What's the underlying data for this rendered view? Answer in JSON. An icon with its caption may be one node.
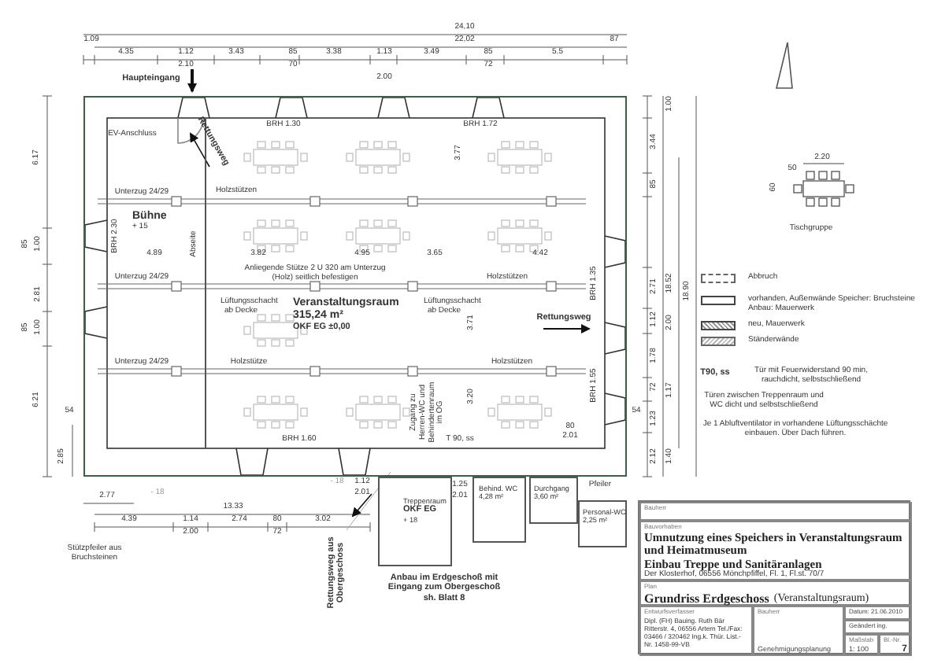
{
  "diagram": {
    "nodes": [
      {
        "text": [
          "Veranstaltungsraum 315,24 m²",
          "OKF EG ±0,00"
        ]
      },
      {
        "text": [
          "Bühne",
          "+ 15"
        ],
        "in": 0
      },
      {
        "text": [
          "Treppenraum",
          "OKF EG",
          "+ 18"
        ]
      },
      {
        "text": [
          "Behind. WC 4,28 m²"
        ]
      },
      {
        "text": [
          "Durchgang 3,60 m²"
        ]
      },
      {
        "text": [
          "Personal-WC 2,25 m²"
        ]
      },
      {
        "text": [],
        "shape": "box"
      },
      {
        "text": [
          "Bauherr"
        ],
        "in": 6
      },
      {
        "text": [
          "Bauvorhaben",
          "Umnutzung eines Speichers in Veranstaltungsraum und Heimatmuseum",
          "Einbau Treppe und Sanitäranlagen",
          "Der Klosterhof, 06556 Mönchpfiffel, Fl. 1, Fl.st. 70/7"
        ],
        "in": 6
      },
      {
        "text": [
          "Plan",
          "Grundriss Erdgeschoss",
          "(Veranstaltungsraum)"
        ],
        "in": 6
      },
      {
        "text": [
          "Entwurfsverfasser",
          "Dipl. (FH) Bauing. Ruth Bär Ritterstr. 4, 06556 Artern Tel./Fax: 03466 / 320462 Ing.k. Thür. List.-Nr. 1458-99-VB"
        ],
        "in": 6
      },
      {
        "text": [
          "Bauherr",
          "Genehmigungsplanung"
        ],
        "in": 6
      },
      {
        "text": [
          "Datum: 21.06.2010"
        ],
        "in": 6
      },
      {
        "text": [
          "Geändert ing."
        ],
        "in": 6
      },
      {
        "text": [
          "Maßstab",
          "1: 100"
        ],
        "in": 6
      },
      {
        "text": [
          "Bl.-Nr.",
          "7"
        ],
        "in": 6
      }
    ],
    "labels": [
      "24,10",
      "1.09",
      "22,02",
      "87",
      "4.35",
      "1.12",
      "2.10",
      "3.43",
      "85",
      "70",
      "3.38",
      "1.13",
      "3.49",
      "85",
      "72",
      "5.5",
      "Haupteingang",
      "2.00",
      "BRH 1.30",
      "BRH 1.72",
      "6.17",
      "EV-Anschluss",
      "Rettungsweg",
      "3.77",
      "Unterzug 24/29",
      "Holzstützen",
      "BRH 2.30",
      "Abseite",
      "4.89",
      "3.82",
      "4.95",
      "3.65",
      "4.42",
      "Anliegende Stütze 2 U 320 am Unterzug (Holz) seitlich befestigen",
      "85",
      "1.00",
      "2.81",
      "85",
      "1.00",
      "Unterzug 24/29",
      "Lüftungsschacht ab Decke",
      "Lüftungsschacht ab Decke",
      "Holzstützen",
      "3.71",
      "BRH 1.35",
      "Rettungsweg",
      "Unterzug 24/29",
      "Holzstütze",
      "Holzstützen",
      "6.21",
      "Zugang zu Herren-WC und Behindertenraum im OG",
      "3.20",
      "BRH 1.55",
      "80",
      "2.01",
      "BRH 1.60",
      "T 90, ss",
      "54",
      "2.85",
      "2.77",
      "- 18",
      "13.33",
      "4.39",
      "1.14",
      "2.00",
      "2.74",
      "80",
      "72",
      "3.02",
      "- 18",
      "1.12",
      "2.01",
      "1.25",
      "2.01",
      "Pfeiler",
      "Stützpfeiler aus Bruchsteinen",
      "Rettungsweg aus Obergeschoss",
      "Anbau im Erdgeschoß mit Eingang zum Obergeschoß sh. Blatt 8",
      "1.00",
      "3.44",
      "85",
      "2.71",
      "18.52",
      "18.90",
      "1.12",
      "2.00",
      "1.78",
      "72",
      "1.17",
      "54",
      "1.23",
      "2.12",
      "1.40",
      "2.20",
      "50",
      "60",
      "Tischgruppe",
      "T90, ss",
      "Tür mit Feuerwiderstand 90 min, rauchdicht, selbstschließend",
      "Türen zwischen Treppenraum und WC dicht und selbstschließend",
      "Je 1 Abluftventilator in vorhandene Lüftungsschächte einbauen. Über Dach führen."
    ],
    "legend": [
      {
        "text": "Abbruch"
      },
      {
        "text": "vorhanden, Außenwände Speicher: Bruchsteine Anbau: Mauerwerk"
      },
      {
        "text": "neu, Mauerwerk"
      },
      {
        "text": "Ständerwände"
      }
    ]
  }
}
